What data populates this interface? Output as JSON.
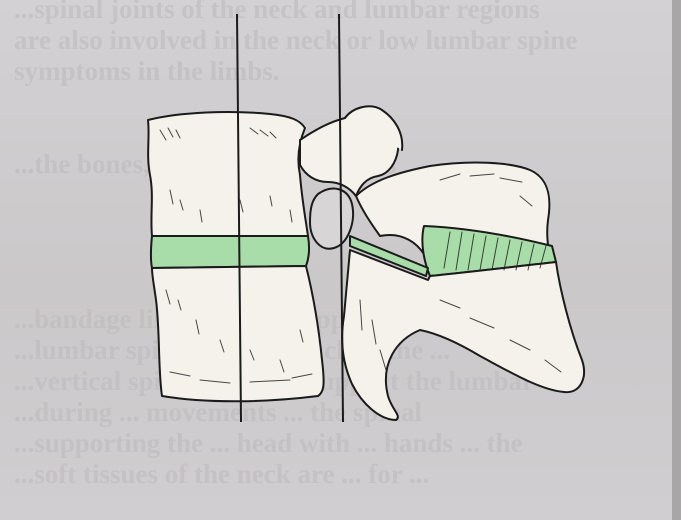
{
  "figure": {
    "kind": "anatomical-illustration",
    "subject": "two adjacent vertebrae with intervertebral disc and facet joint highlighted",
    "highlight_color": "#a8dca8",
    "ink_color": "#1b1b1b"
  },
  "background_text": {
    "lines": [
      "...spinal joints of the neck and lumbar regions",
      "are also involved in the neck or low lumbar spine",
      "symptoms in the limbs.",
      "",
      "",
      "...the bones, ligaments or muscles",
      "",
      "",
      "",
      "",
      "...bandage like ... which supports ... for the",
      "...lumbar spine which ... back to the ...",
      "...vertical spine. The ... to support the lumbar",
      "...during ... movements ... the spinal",
      "...supporting the ... head with ... hands ... the",
      "...soft tissues of the neck are ... for ..."
    ]
  }
}
